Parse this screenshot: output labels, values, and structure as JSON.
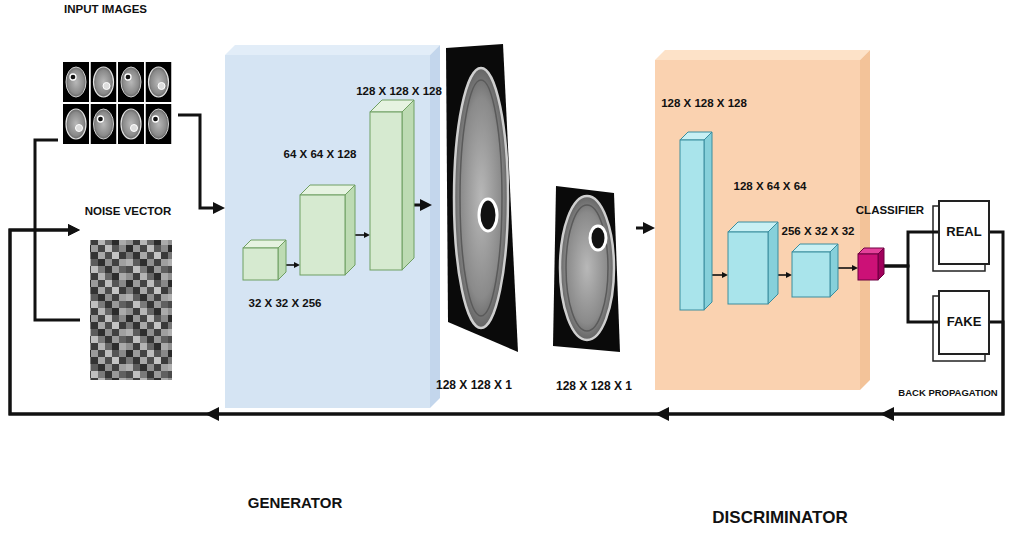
{
  "diagram": {
    "nodes": [
      {
        "text": [
          "INPUT IMAGES"
        ]
      },
      {
        "text": [
          "NOISE VECTOR"
        ]
      },
      {
        "text": [
          "GENERATOR"
        ]
      },
      {
        "text": [
          "32 X 32 X 256"
        ],
        "in": 2
      },
      {
        "text": [
          "64 X 64 X 128"
        ],
        "in": 2
      },
      {
        "text": [
          "128 X 128 X 128"
        ],
        "in": 2
      },
      {
        "text": [
          "128 X 128 X 1"
        ]
      },
      {
        "text": [
          "128 X 128 X 1"
        ]
      },
      {
        "text": [
          "DISCRIMINATOR"
        ]
      },
      {
        "text": [
          "128 X 128 X 128"
        ],
        "in": 8
      },
      {
        "text": [
          "128 X 64 X 64"
        ],
        "in": 8
      },
      {
        "text": [
          "256 X 32 X 32"
        ],
        "in": 8
      },
      {
        "text": [
          "CLASSIFIER"
        ]
      },
      {
        "text": [
          "REAL"
        ]
      },
      {
        "text": [
          "FAKE"
        ]
      }
    ],
    "edges": [
      {
        "from": 0,
        "to": 1,
        "arrow": "none"
      },
      {
        "from": 0,
        "to": 2,
        "arrow": "to"
      },
      {
        "from": 3,
        "to": 4,
        "arrow": "to"
      },
      {
        "from": 4,
        "to": 5,
        "arrow": "to"
      },
      {
        "from": 5,
        "to": 6,
        "arrow": "to"
      },
      {
        "from": 7,
        "to": 8,
        "arrow": "to"
      },
      {
        "from": 9,
        "to": 10,
        "arrow": "to"
      },
      {
        "from": 10,
        "to": 11,
        "arrow": "to"
      },
      {
        "from": 11,
        "to": 12,
        "arrow": "to"
      },
      {
        "from": 12,
        "to": 13,
        "arrow": "none"
      },
      {
        "from": 12,
        "to": 14,
        "arrow": "none"
      },
      {
        "from": 13,
        "to": 1,
        "arrow": "to",
        "label": "BACK PROPAGATION"
      },
      {
        "from": 14,
        "to": 1,
        "arrow": "to"
      }
    ]
  }
}
